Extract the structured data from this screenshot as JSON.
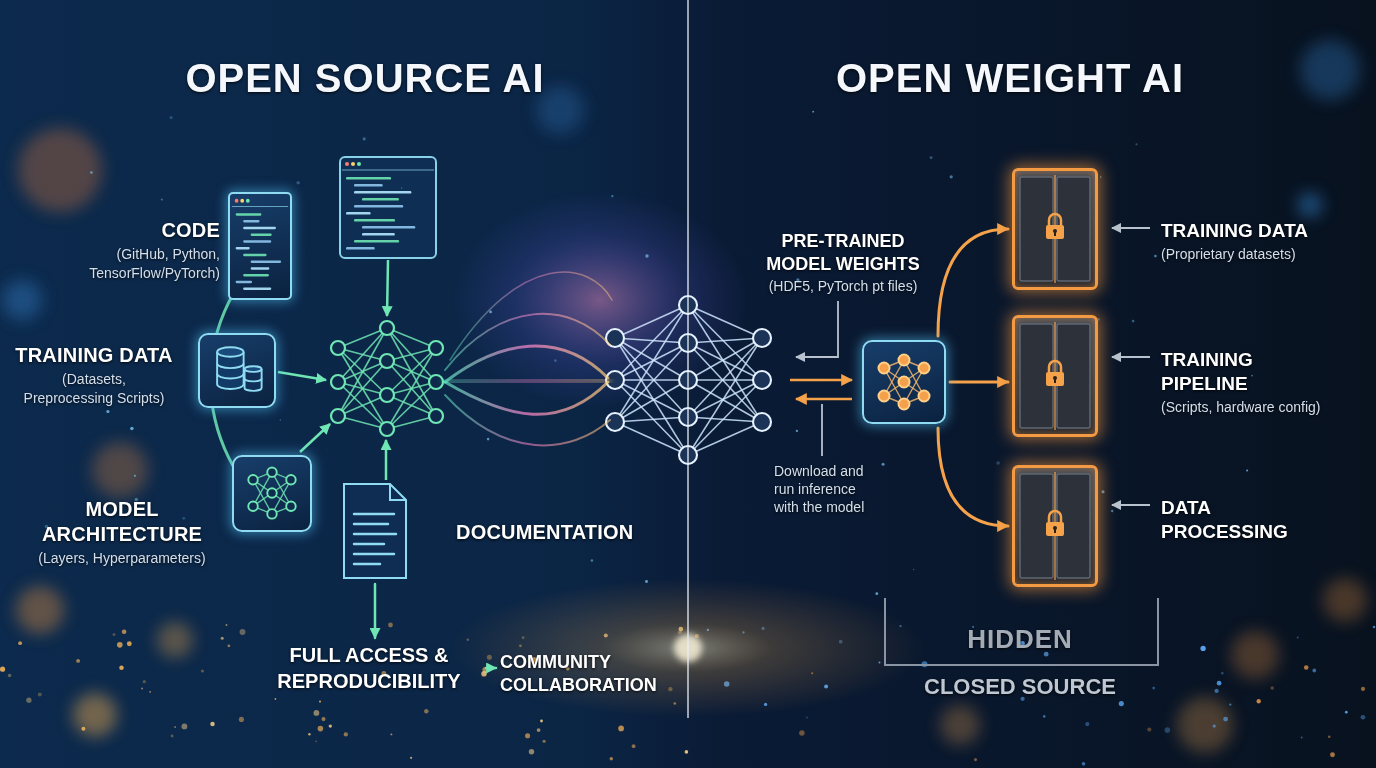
{
  "diagram": {
    "nodes": [
      {
        "text": [
          "CODE",
          "(GitHub, Python, TensorFlow/PyTorch)"
        ]
      },
      {
        "text": [
          "TRAINING DATA",
          "(Datasets, Preprocessing Scripts)"
        ]
      },
      {
        "text": [
          "MODEL ARCHITECTURE",
          "(Layers, Hyperparameters)"
        ]
      },
      {
        "text": [
          "DOCUMENTATION"
        ]
      },
      {
        "text": [
          "FULL ACCESS & REPRODUCIBILITY"
        ]
      },
      {
        "text": [
          "COMMUNITY COLLABORATION"
        ]
      },
      {
        "text": [
          "PRE-TRAINED MODEL WEIGHTS",
          "(HDF5, PyTorch pt files)"
        ]
      },
      {
        "text": [
          "TRAINING DATA",
          "(Proprietary datasets)"
        ]
      },
      {
        "text": [
          "TRAINING PIPELINE",
          "(Scripts, hardware config)"
        ]
      },
      {
        "text": [
          "DATA PROCESSING"
        ]
      }
    ],
    "edges": [
      {
        "from": 3,
        "to": 4,
        "arrow": "to"
      },
      {
        "from": 4,
        "to": 5,
        "arrow": "to"
      },
      {
        "from": 6,
        "to": 7,
        "arrow": "to"
      },
      {
        "from": 6,
        "to": 8,
        "arrow": "to"
      },
      {
        "from": 6,
        "to": 9,
        "arrow": "to"
      }
    ],
    "labels": [
      "OPEN SOURCE AI",
      "OPEN WEIGHT AI",
      "Download and run inference with the model",
      "HIDDEN",
      "CLOSED SOURCE"
    ]
  }
}
